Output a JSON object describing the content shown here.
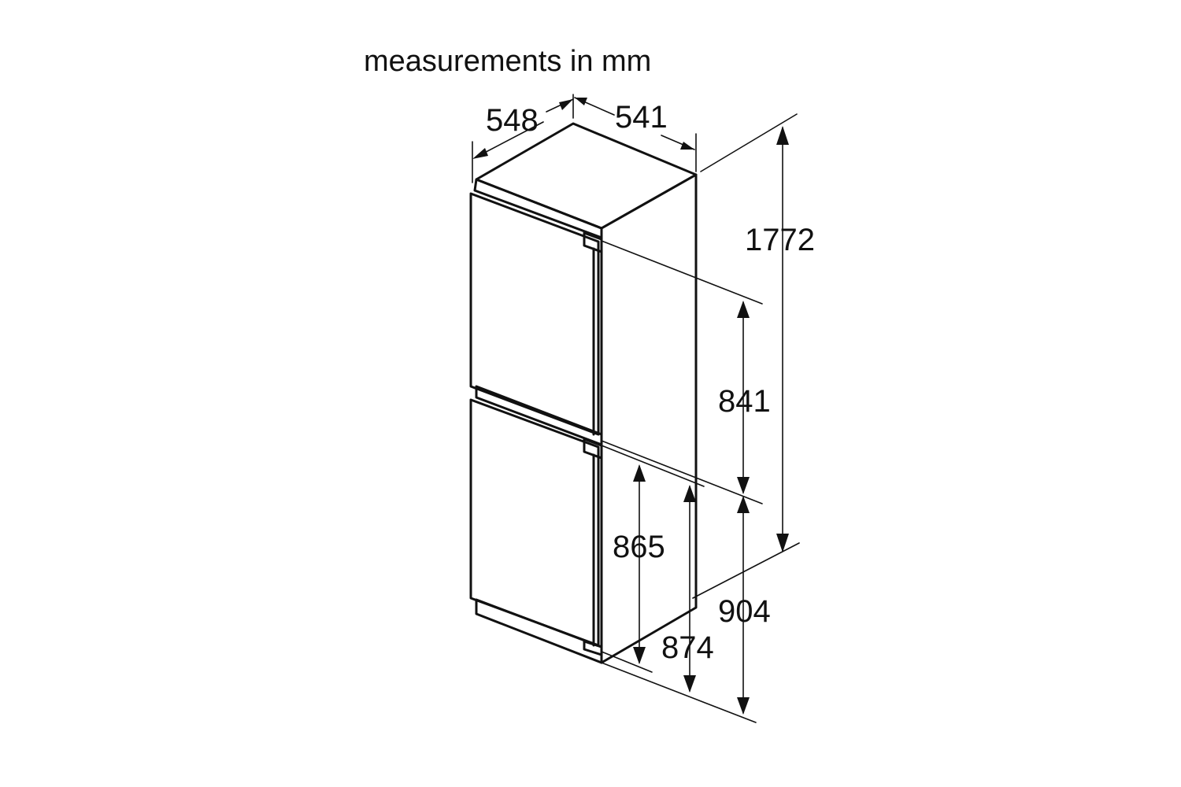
{
  "title": "measurements in mm",
  "dimensions": {
    "depth": "548",
    "width": "541",
    "total_height": "1772",
    "upper_door": "841",
    "lower_door_a": "865",
    "lower_door_b": "874",
    "lower_niche": "904"
  }
}
